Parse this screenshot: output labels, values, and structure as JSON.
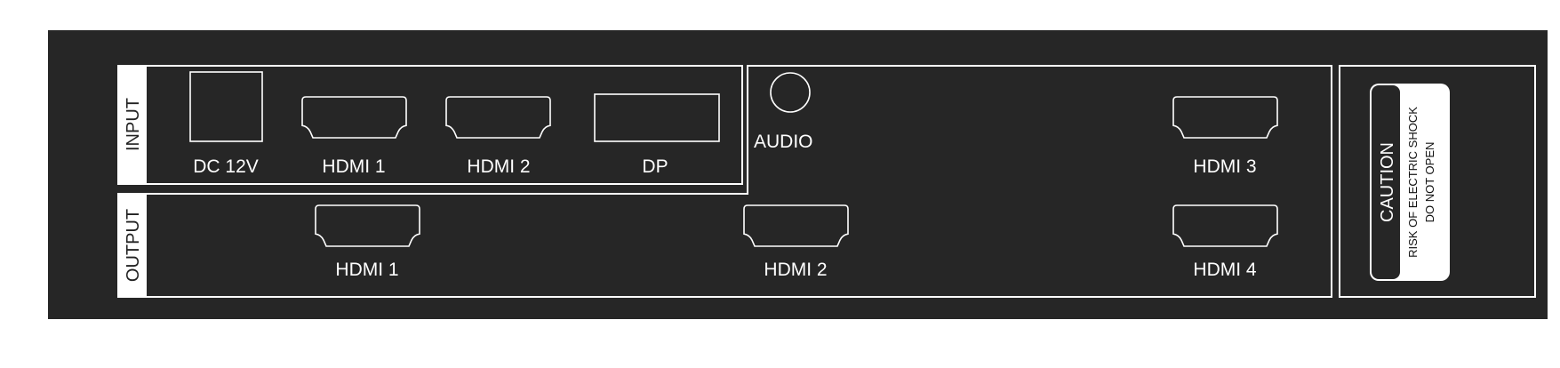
{
  "panel": {
    "background": "#262626",
    "line_color": "#ffffff"
  },
  "input_section": {
    "title": "INPUT",
    "ports": [
      {
        "label": "DC 12V",
        "type": "dc-power"
      },
      {
        "label": "HDMI 1",
        "type": "hdmi"
      },
      {
        "label": "HDMI 2",
        "type": "hdmi"
      },
      {
        "label": "DP",
        "type": "displayport"
      }
    ]
  },
  "audio": {
    "label": "AUDIO",
    "type": "audio-jack"
  },
  "output_section": {
    "title": "OUTPUT",
    "ports": [
      {
        "label": "HDMI 1",
        "type": "hdmi"
      },
      {
        "label": "HDMI 2",
        "type": "hdmi"
      },
      {
        "label": "HDMI 3",
        "type": "hdmi"
      },
      {
        "label": "HDMI 4",
        "type": "hdmi"
      }
    ]
  },
  "caution": {
    "title": "CAUTION",
    "line1": "RISK  OF  ELECTRIC  SHOCK",
    "line2": "DO  NOT  OPEN"
  }
}
